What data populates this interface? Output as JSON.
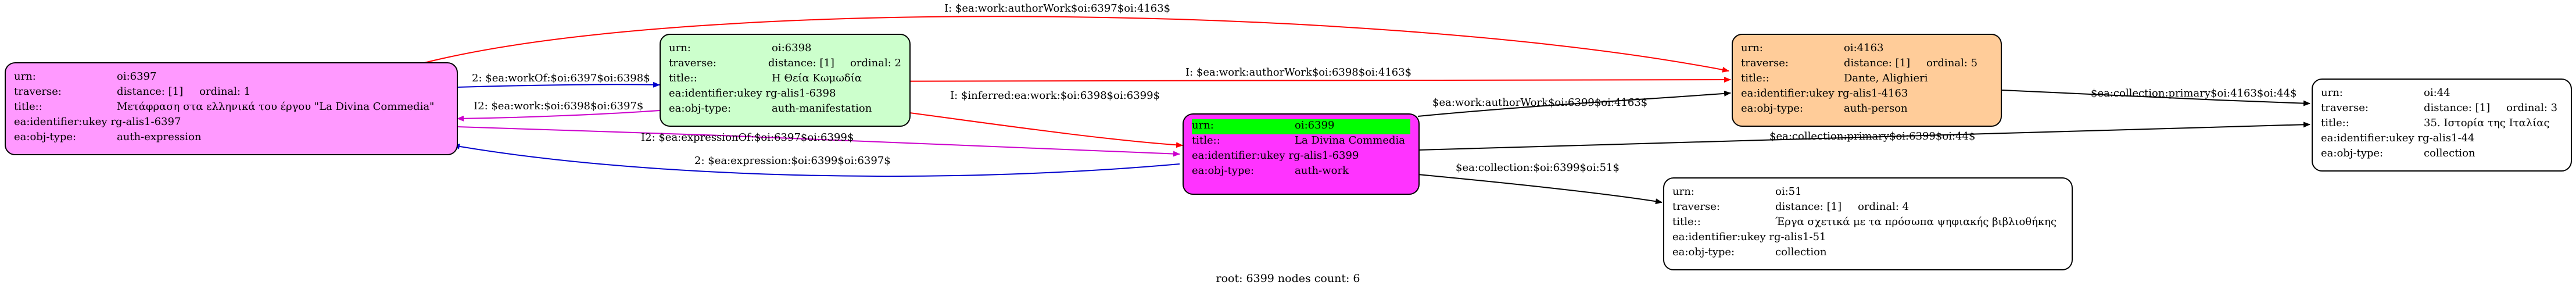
{
  "footer": "root: 6399 nodes count: 6",
  "nodes": {
    "n6397": {
      "color": "#ff99ff",
      "urn_label": "urn:",
      "urn": "oi:6397",
      "traverse_label": "traverse:",
      "traverse": "distance: [1]",
      "ordinal": "ordinal: 1",
      "title_label": "title::",
      "title": "Μετάφραση στα ελληνικά του έργου \"La Divina Commedia\"",
      "ukey_label": "ea:identifier:ukey",
      "ukey": "rg-alis1-6397",
      "objtype_label": "ea:obj-type:",
      "objtype": "auth-expression"
    },
    "n6398": {
      "color": "#ccffcc",
      "urn_label": "urn:",
      "urn": "oi:6398",
      "traverse_label": "traverse:",
      "traverse": "distance: [1]",
      "ordinal": "ordinal: 2",
      "title_label": "title::",
      "title": "Η Θεία Κωμωδία",
      "ukey_label": "ea:identifier:ukey",
      "ukey": "rg-alis1-6398",
      "objtype_label": "ea:obj-type:",
      "objtype": "auth-manifestation"
    },
    "n6399": {
      "color": "#ff33ff",
      "highlight": "#00ff00",
      "urn_label": "urn:",
      "urn": "oi:6399",
      "title_label": "title::",
      "title": "La Divina Commedia",
      "ukey_label": "ea:identifier:ukey",
      "ukey": "rg-alis1-6399",
      "objtype_label": "ea:obj-type:",
      "objtype": "auth-work"
    },
    "n4163": {
      "color": "#ffcc99",
      "urn_label": "urn:",
      "urn": "oi:4163",
      "traverse_label": "traverse:",
      "traverse": "distance: [1]",
      "ordinal": "ordinal: 5",
      "title_label": "title::",
      "title": "Dante, Alighieri",
      "ukey_label": "ea:identifier:ukey",
      "ukey": "rg-alis1-4163",
      "objtype_label": "ea:obj-type:",
      "objtype": "auth-person"
    },
    "n44": {
      "color": "#ffffff",
      "urn_label": "urn:",
      "urn": "oi:44",
      "traverse_label": "traverse:",
      "traverse": "distance: [1]",
      "ordinal": "ordinal: 3",
      "title_label": "title::",
      "title": "35. Ιστορία της Ιταλίας",
      "ukey_label": "ea:identifier:ukey",
      "ukey": "rg-alis1-44",
      "objtype_label": "ea:obj-type:",
      "objtype": "collection"
    },
    "n51": {
      "color": "#ffffff",
      "urn_label": "urn:",
      "urn": "oi:51",
      "traverse_label": "traverse:",
      "traverse": "distance: [1]",
      "ordinal": "ordinal: 4",
      "title_label": "title::",
      "title": "Έργα σχετικά με τα πρόσωπα ψηφιακής βιβλιοθήκης",
      "ukey_label": "ea:identifier:ukey",
      "ukey": "rg-alis1-51",
      "objtype_label": "ea:obj-type:",
      "objtype": "collection"
    }
  },
  "edges": {
    "e1": {
      "label": "I: $ea:work:authorWork$oi:6397$oi:4163$",
      "color": "#ff0000"
    },
    "e2": {
      "label": "2: $ea:workOf:$oi:6397$oi:6398$",
      "color": "#0000cc"
    },
    "e3": {
      "label": "I2: $ea:work:$oi:6398$oi:6397$",
      "color": "#cc00cc"
    },
    "e4": {
      "label": "I: $ea:work:authorWork$oi:6398$oi:4163$",
      "color": "#ff0000"
    },
    "e5": {
      "label": "I: $inferred:ea:work:$oi:6398$oi:6399$",
      "color": "#ff0000"
    },
    "e6": {
      "label": "I2: $ea:expressionOf:$oi:6397$oi:6399$",
      "color": "#cc00cc"
    },
    "e7": {
      "label": "2: $ea:expression:$oi:6399$oi:6397$",
      "color": "#0000cc"
    },
    "e8": {
      "label": "$ea:work:authorWork$oi:6399$oi:4163$",
      "color": "#000000"
    },
    "e9": {
      "label": "$ea:collection:primary$oi:4163$oi:44$",
      "color": "#000000"
    },
    "e10": {
      "label": "$ea:collection:primary$oi:6399$oi:44$",
      "color": "#000000"
    },
    "e11": {
      "label": "$ea:collection:$oi:6399$oi:51$",
      "color": "#000000"
    }
  }
}
